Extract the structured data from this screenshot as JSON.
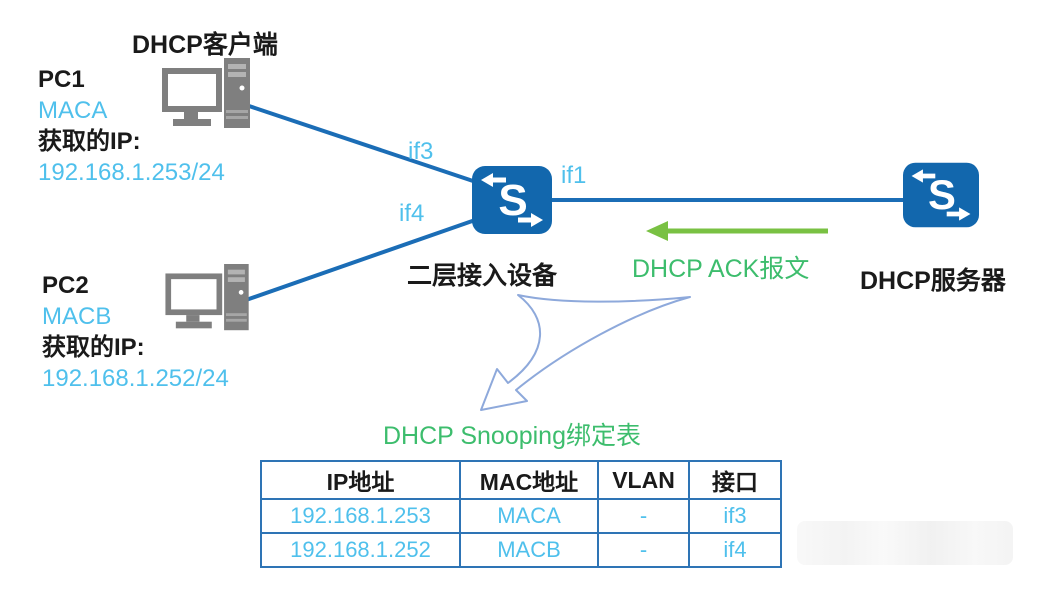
{
  "diagram_title": "DHCP客户端",
  "pc1": {
    "name": "PC1",
    "mac": "MACA",
    "ip_label": "获取的IP:",
    "ip": "192.168.1.253/24"
  },
  "pc2": {
    "name": "PC2",
    "mac": "MACB",
    "ip_label": "获取的IP:",
    "ip": "192.168.1.252/24"
  },
  "switch": {
    "label": "二层接入设备",
    "letter": "S"
  },
  "server": {
    "label": "DHCP服务器",
    "letter": "S"
  },
  "interface_labels": {
    "if1": "if1",
    "if3": "if3",
    "if4": "if4"
  },
  "ack_message": {
    "label": "DHCP ACK报文"
  },
  "binding_table": {
    "title": "DHCP Snooping绑定表",
    "headers": [
      "IP地址",
      "MAC地址",
      "VLAN",
      "接口"
    ],
    "rows": [
      [
        "192.168.1.253",
        "MACA",
        "-",
        "if3"
      ],
      [
        "192.168.1.252",
        "MACB",
        "-",
        "if4"
      ]
    ]
  },
  "icons": {
    "pc": "desktop-pc-icon",
    "switch": "ethernet-switch-icon",
    "server": "ethernet-switch-icon",
    "curved_arrow": "curved-callout-arrow",
    "ack_arrow": "left-arrow"
  },
  "colors": {
    "device_blue": "#1267ad",
    "link_blue": "#1b6db6",
    "table_border_blue": "#2e74b5",
    "cyan_text": "#4fc0ec",
    "green_arrow": "#79c143",
    "green_text": "#3dbd6d",
    "callout_stroke": "#8ea9db",
    "pc_gray": "#7f7f7f"
  }
}
